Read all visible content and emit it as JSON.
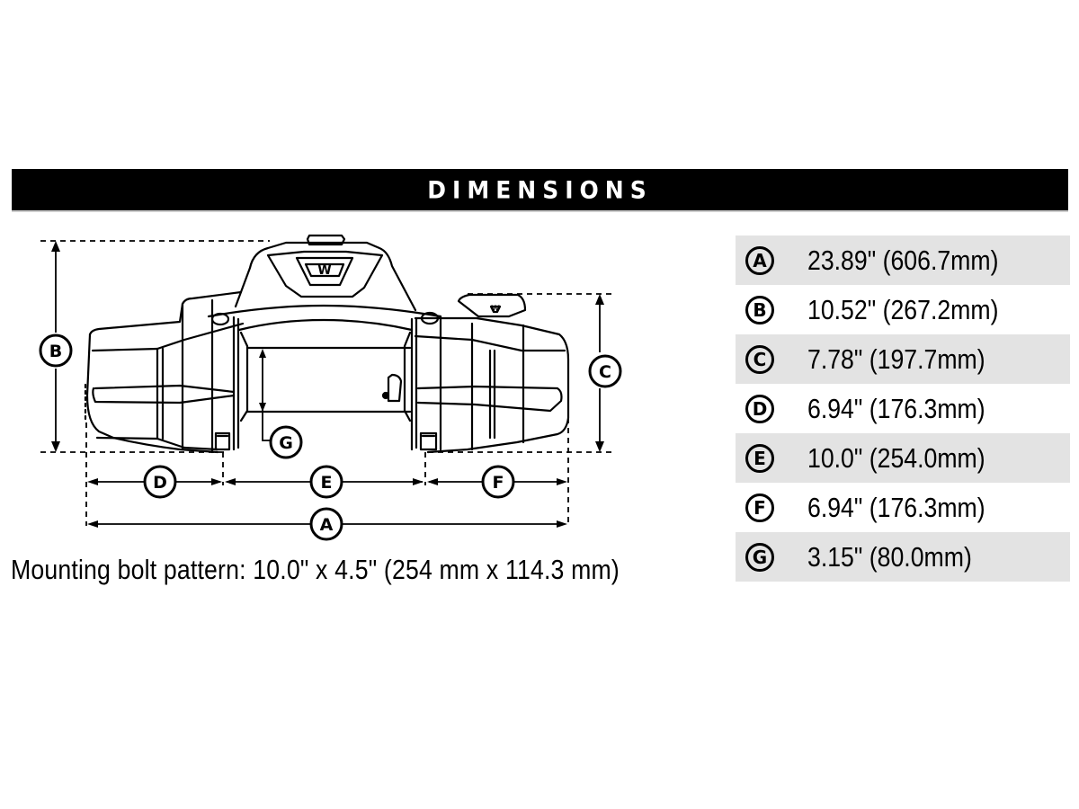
{
  "header": {
    "title": "DIMENSIONS"
  },
  "drawing": {
    "labels": {
      "A": "A",
      "B": "B",
      "C": "C",
      "D": "D",
      "E": "E",
      "F": "F",
      "G": "G"
    },
    "logo_text": "W"
  },
  "caption": "Mounting bolt pattern: 10.0\" x 4.5\" (254 mm x 114.3 mm)",
  "specs": [
    {
      "letter": "A",
      "value": "23.89\" (606.7mm)"
    },
    {
      "letter": "B",
      "value": "10.52\" (267.2mm)"
    },
    {
      "letter": "C",
      "value": "7.78\" (197.7mm)"
    },
    {
      "letter": "D",
      "value": "6.94\" (176.3mm)"
    },
    {
      "letter": "E",
      "value": "10.0\" (254.0mm)"
    },
    {
      "letter": "F",
      "value": "6.94\" (176.3mm)"
    },
    {
      "letter": "G",
      "value": "3.15\" (80.0mm)"
    }
  ],
  "colors": {
    "bar": "#000000",
    "row_shade": "#e3e3e3",
    "line": "#000000"
  }
}
